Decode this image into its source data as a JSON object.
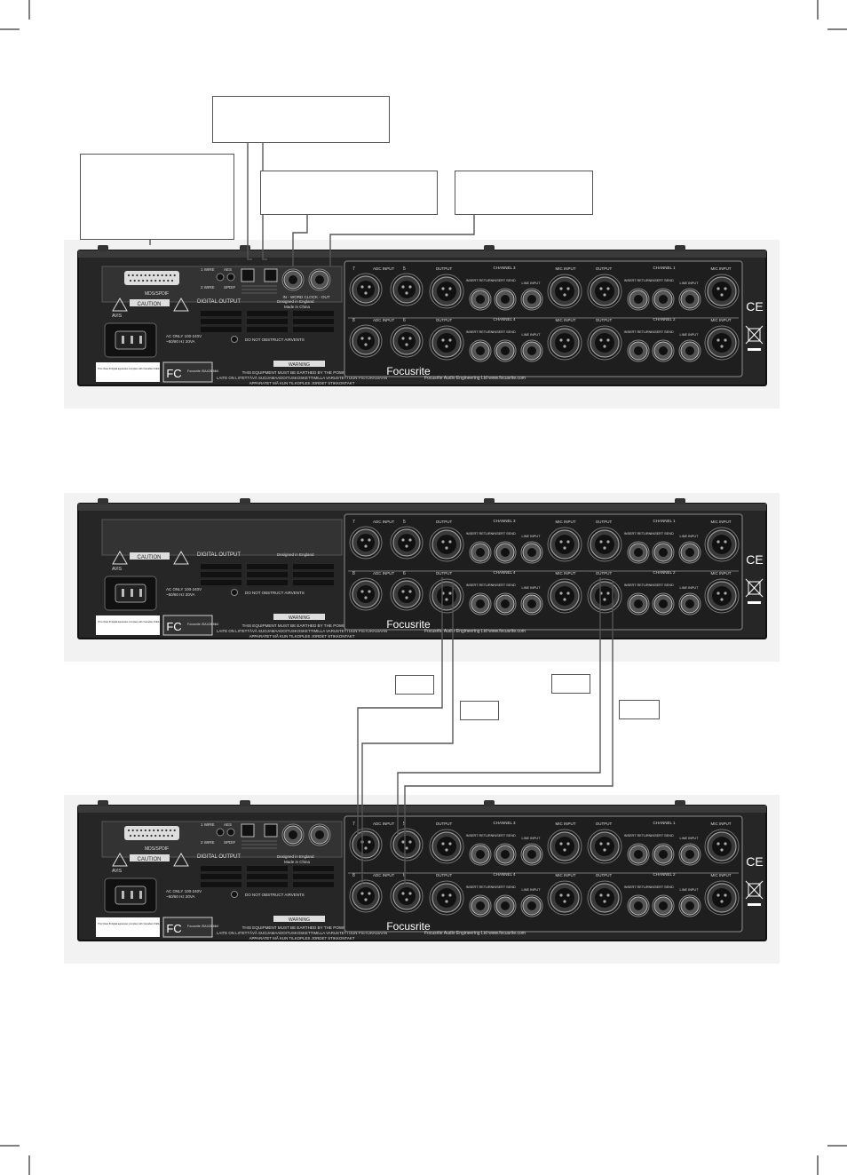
{
  "units": [
    {
      "id": "unit-top",
      "has_digital_card": true,
      "card_labels": {
        "connector": "MDS/SPDIF",
        "digital_output": "DIGITAL OUTPUT",
        "wire1": "1 WIRE",
        "wire2": "2 WIRE",
        "aes": "AES",
        "spdif": "SPDIF",
        "word_clock": "IN - WORD CLOCK - OUT",
        "designed": "Designed in England",
        "made": "Made in China"
      }
    },
    {
      "id": "unit-middle",
      "has_digital_card": false,
      "card_labels": {
        "connector": "",
        "digital_output": "DIGITAL OUTPUT",
        "wire1": "",
        "wire2": "",
        "aes": "",
        "spdif": "",
        "word_clock": "",
        "designed": "Designed in England",
        "made": ""
      }
    },
    {
      "id": "unit-bottom",
      "has_digital_card": true,
      "card_labels": {
        "connector": "MDS/SPDIF",
        "digital_output": "DIGITAL OUTPUT",
        "wire1": "1 WIRE",
        "wire2": "2 WIRE",
        "aes": "AES",
        "spdif": "SPDIF",
        "word_clock": "",
        "designed": "Designed in England",
        "made": "Made in China"
      }
    }
  ],
  "panel_labels": {
    "adc_input": "ADC INPUT",
    "output": "OUTPUT",
    "mic_input": "MIC INPUT",
    "insert_return": "INSERT RETURN",
    "insert_send": "INSERT SEND",
    "line_input": "LINE INPUT",
    "channel_3": "CHANNEL 3",
    "channel_4": "CHANNEL 4",
    "channel_1": "CHANNEL 1",
    "channel_2": "CHANNEL 2",
    "ch7": "7",
    "ch5": "5",
    "ch8": "8",
    "ch6": "6",
    "caution": "CAUTION",
    "avis": "AVIS",
    "ac_only": "AC ONLY 100-240V",
    "hz": "~50/60 Hz 20VA",
    "do_not_obstruct": "DO NOT OBSTRUCT AIRVENTS",
    "warning": "WARNING",
    "earthed": "THIS EQUIPMENT MUST BE EARTHED BY THE POWER CORD",
    "finnish": "LAITE ON LIITETTÄVÄ SUOJAMAADOITUSKOSKETTIMILLA VARUSTETTUUN PISTORASIAAN",
    "norwegian": "APPARATET MÅ KUN TILKOPLES JORDET STIKKONTAKT",
    "focusrite": "Focusrite",
    "company": "Focusrite Audio Engineering Ltd  www.focusrite.com",
    "model": "Focusrite ISA428 MkII",
    "fcc": "FC",
    "ce": "CE",
    "class_b": "This Class B digital apparatus complies with Canadian ICES-003."
  },
  "callouts": [
    {
      "id": "callout-top",
      "text": ""
    },
    {
      "id": "callout-left",
      "text": ""
    },
    {
      "id": "callout-clock-in",
      "text": ""
    },
    {
      "id": "callout-clock-out",
      "text": ""
    },
    {
      "id": "callout-cable-a",
      "text": ""
    },
    {
      "id": "callout-cable-b",
      "text": ""
    },
    {
      "id": "callout-cable-c",
      "text": ""
    },
    {
      "id": "callout-cable-d",
      "text": ""
    }
  ]
}
